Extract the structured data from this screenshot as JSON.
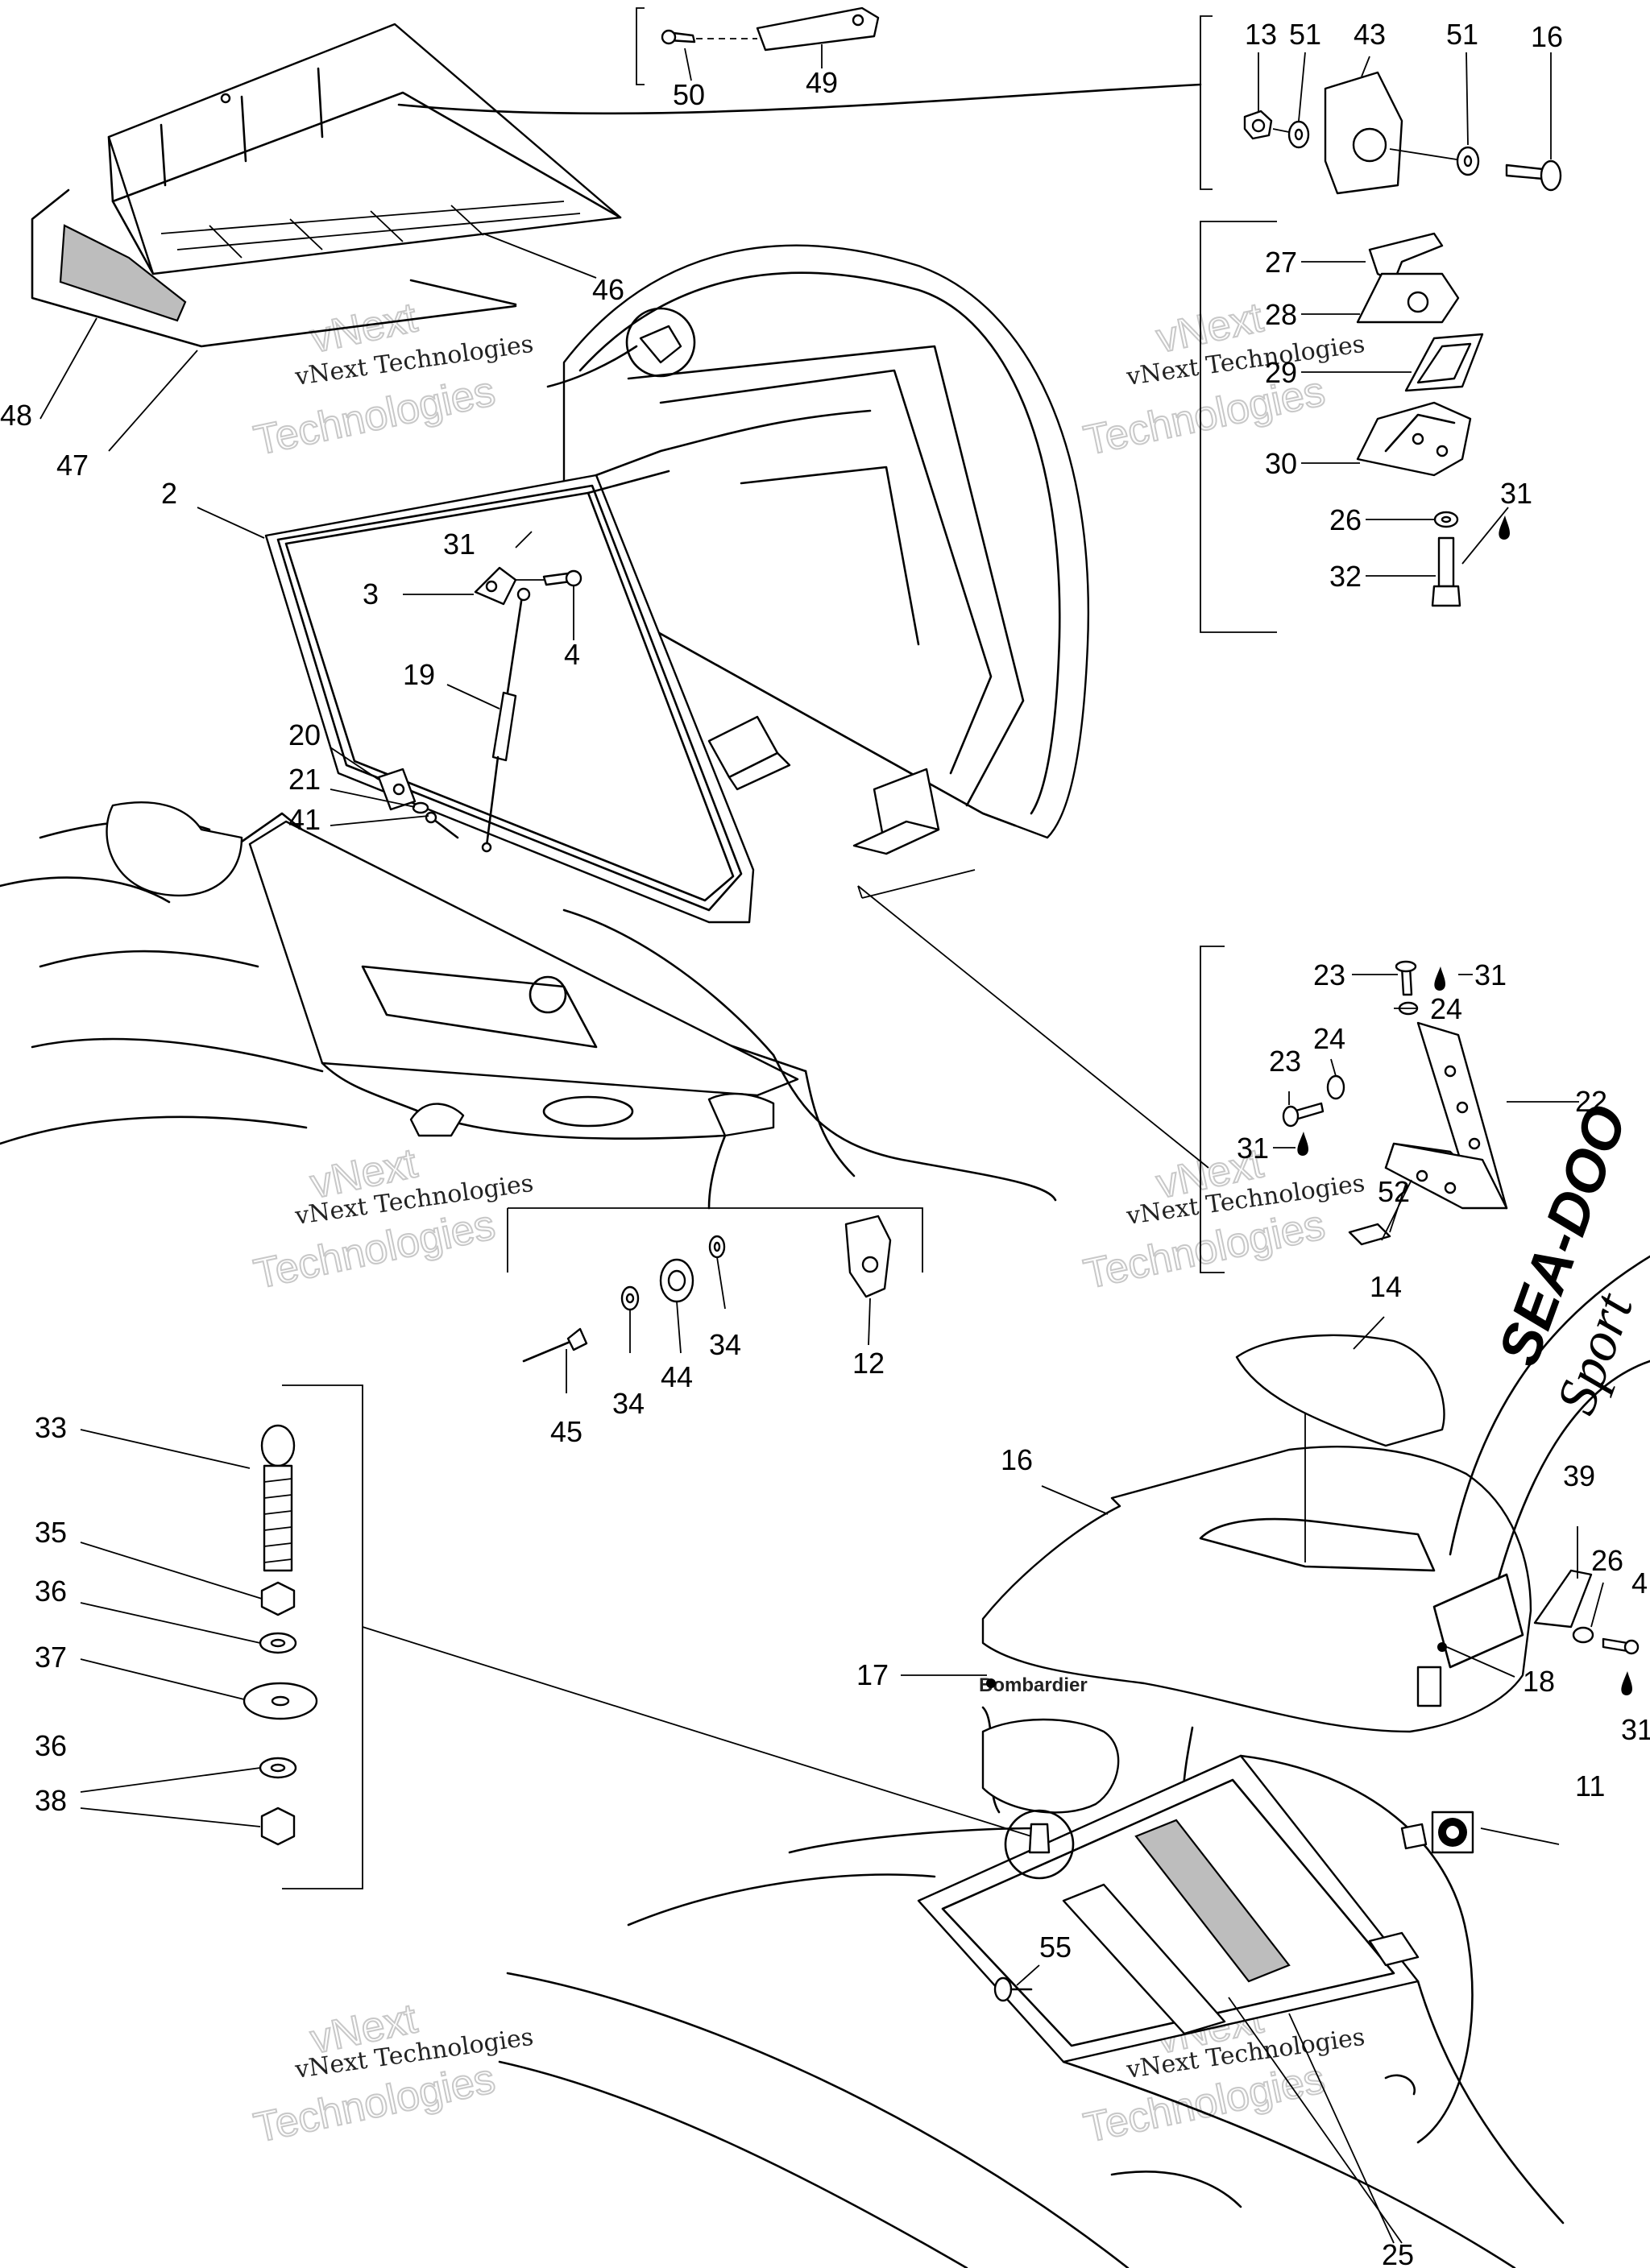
{
  "callouts": {
    "c13": "13",
    "c51a": "51",
    "c43": "43",
    "c51b": "51",
    "c16a": "16",
    "c50": "50",
    "c49": "49",
    "c46": "46",
    "c48": "48",
    "c47": "47",
    "c27": "27",
    "c28": "28",
    "c29": "29",
    "c30": "30",
    "c26a": "26",
    "c31a": "31",
    "c32": "32",
    "c2": "2",
    "c31b": "31",
    "c3": "3",
    "c4a": "4",
    "c19": "19",
    "c20": "20",
    "c21": "21",
    "c41": "41",
    "c23a": "23",
    "c31c": "31",
    "c24a": "24",
    "c24b": "24",
    "c23b": "23",
    "c22": "22",
    "c31d": "31",
    "c52": "52",
    "c12": "12",
    "c34a": "34",
    "c34b": "34",
    "c44": "44",
    "c45": "45",
    "c14": "14",
    "c16b": "16",
    "c39": "39",
    "c26b": "26",
    "c4b": "4",
    "c17": "17",
    "c18": "18",
    "c31e": "31",
    "c11": "11",
    "c33": "33",
    "c35": "35",
    "c36a": "36",
    "c37": "37",
    "c36b": "36",
    "c38": "38",
    "c55": "55",
    "c25": "25"
  },
  "watermark": {
    "line1": "vNext",
    "line2": "vNext Technologies",
    "line3": "Technologies"
  },
  "decals": {
    "bombardier": "Bombardier",
    "seadoo": "SEA-DOO",
    "sport": "Sport"
  }
}
